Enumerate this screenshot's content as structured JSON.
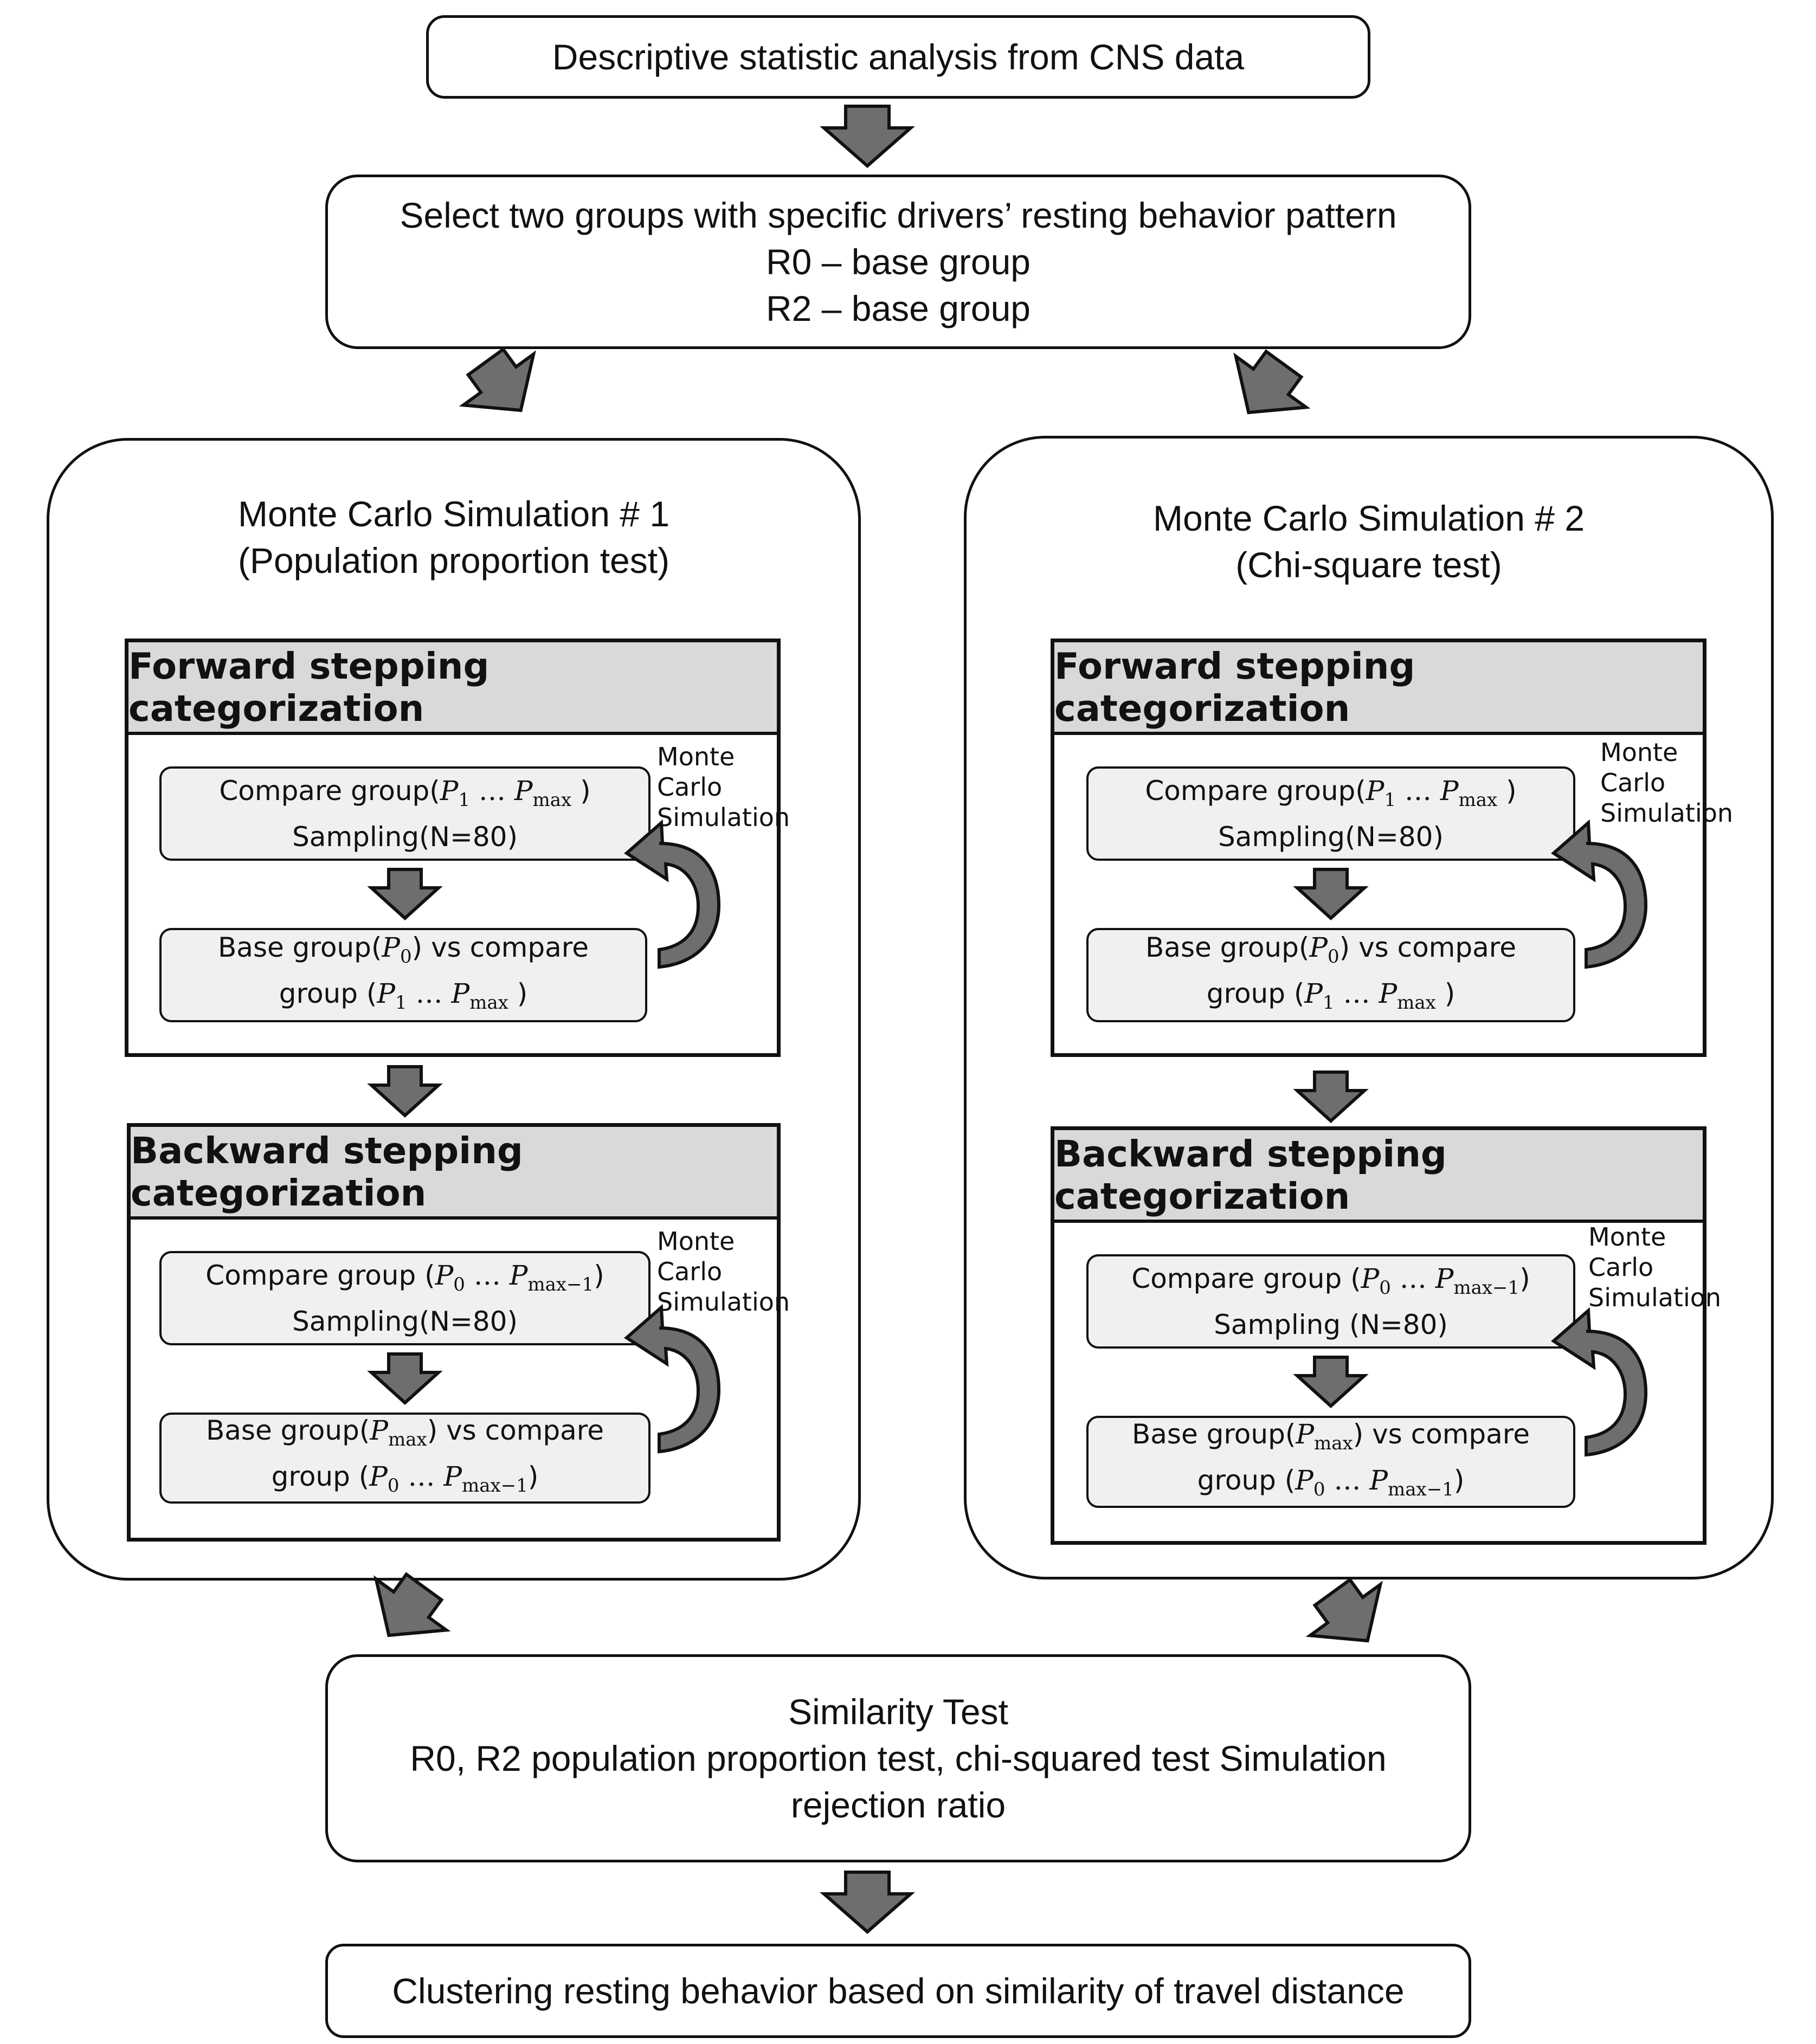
{
  "boxes": {
    "descriptive": "Descriptive statistic analysis from CNS data",
    "select": {
      "line1": "Select two groups with specific drivers’ resting behavior pattern",
      "line2": "R0 – base group",
      "line3": "R2 – base group"
    },
    "similarity": {
      "line1": "Similarity Test",
      "line2": "R0, R2 population proportion test, chi-squared test Simulation",
      "line3": "rejection ratio"
    },
    "clustering": "Clustering resting behavior based on similarity of travel distance"
  },
  "panels": [
    {
      "title1": "Monte Carlo Simulation # 1",
      "title2": "(Population proportion test)",
      "forward": {
        "header": "Forward stepping categorization",
        "monte_carlo": [
          "Monte",
          "Carlo",
          "Simulation"
        ],
        "compare_prefix": "Compare  group(",
        "compare_line2": "Sampling(N=80)",
        "base_prefix": "Base group(",
        "base_mid": ") vs compare",
        "base_line2_prefix": "group ("
      },
      "backward": {
        "header": "Backward stepping categorization",
        "monte_carlo": [
          "Monte",
          "Carlo",
          "Simulation"
        ],
        "compare_prefix": "Compare  group (",
        "compare_line2": "Sampling(N=80)",
        "base_prefix": "Base group(",
        "base_mid": ") vs compare",
        "base_line2_prefix": "group ("
      }
    },
    {
      "title1": "Monte Carlo Simulation # 2",
      "title2": "(Chi-square test)",
      "forward": {
        "header": "Forward stepping categorization",
        "monte_carlo": [
          "Monte",
          "Carlo",
          "Simulation"
        ],
        "compare_prefix": "Compare  group(",
        "compare_line2": "Sampling(N=80)",
        "base_prefix": "Base group(",
        "base_mid": ") vs compare",
        "base_line2_prefix": "group ("
      },
      "backward": {
        "header": "Backward stepping categorization",
        "monte_carlo": [
          "Monte",
          "Carlo",
          "Simulation"
        ],
        "compare_prefix": "Compare  group (",
        "compare_line2": "Sampling  (N=80)",
        "base_prefix": "Base group(",
        "base_mid": ") vs compare",
        "base_line2_prefix": "group ("
      }
    }
  ],
  "math": {
    "P": "P",
    "sub_0": "0",
    "sub_1": "1",
    "sub_max": "max",
    "sub_max_upright": "max",
    "sub_max_minus_1": "max−1",
    "ellipsis": " … ",
    "close": " )",
    "close_tight": ")"
  },
  "colors": {
    "arrow_fill": "#6e6e6e",
    "header_fill": "#d9d9d9",
    "inner_fill": "#f0f0f0",
    "stroke": "#111111"
  }
}
